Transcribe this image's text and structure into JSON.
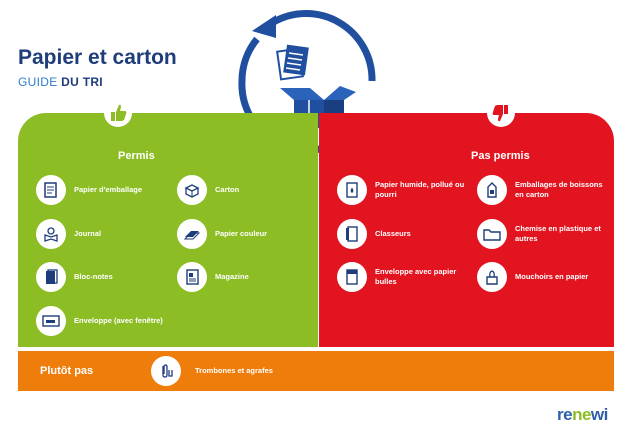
{
  "header": {
    "title": "Papier et carton",
    "subtitle_pre": "GUIDE ",
    "subtitle_strong": "DU TRI"
  },
  "permis": {
    "title": "Permis",
    "items": [
      {
        "label": "Papier d'emballage",
        "icon": "wrapping-paper-icon"
      },
      {
        "label": "Carton",
        "icon": "cardboard-box-icon"
      },
      {
        "label": "Journal",
        "icon": "newspaper-icon"
      },
      {
        "label": "Papier couleur",
        "icon": "colored-paper-icon"
      },
      {
        "label": "Bloc-notes",
        "icon": "notepad-icon"
      },
      {
        "label": "Magazine",
        "icon": "magazine-icon"
      },
      {
        "label": "Enveloppe (avec fenêtre)",
        "icon": "window-envelope-icon"
      }
    ]
  },
  "pas_permis": {
    "title": "Pas permis",
    "items": [
      {
        "label": "Papier humide, pollué ou pourri",
        "icon": "wet-paper-icon"
      },
      {
        "label": "Emballages de boissons en carton",
        "icon": "drink-carton-icon"
      },
      {
        "label": "Classeurs",
        "icon": "binder-icon"
      },
      {
        "label": "Chemise en plastique et autres",
        "icon": "plastic-folder-icon"
      },
      {
        "label": "Enveloppe avec papier bulles",
        "icon": "bubble-envelope-icon"
      },
      {
        "label": "Mouchoirs en papier",
        "icon": "tissues-icon"
      }
    ]
  },
  "plutot_pas": {
    "title": "Plutôt pas",
    "items": [
      {
        "label": "Trombones et agrafes",
        "icon": "paperclip-icon"
      }
    ]
  },
  "logo": {
    "pre": "re",
    "mid": "ne",
    "post": "wi"
  },
  "colors": {
    "permis": "#8cbd25",
    "pas_permis": "#e1141f",
    "plutot_pas": "#ef7d0b",
    "navy": "#1f3d7a"
  }
}
